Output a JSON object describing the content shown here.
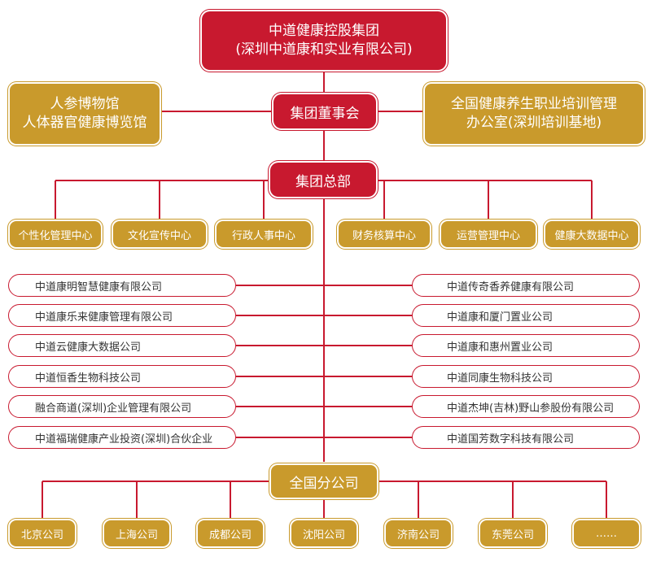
{
  "top": {
    "line1": "中道健康控股集团",
    "line2": "(深圳中道康和实业有限公司)"
  },
  "side_left": {
    "line1": "人参博物馆",
    "line2": "人体器官健康博览馆"
  },
  "side_right": {
    "line1": "全国健康养生职业培训管理",
    "line2": "办公室(深圳培训基地)"
  },
  "board": "集团董事会",
  "hq": "集团总部",
  "centers": [
    "个性化管理中心",
    "文化宣传中心",
    "行政人事中心",
    "财务核算中心",
    "运营管理中心",
    "健康大数据中心"
  ],
  "companies_left": [
    "中道康明智慧健康有限公司",
    "中道康乐来健康管理有限公司",
    "中道云健康大数据公司",
    "中道恒香生物科技公司",
    "融合商道(深圳)企业管理有限公司",
    "中道福瑞健康产业投资(深圳)合伙企业"
  ],
  "companies_right": [
    "中道传奇香养健康有限公司",
    "中道康和厦门置业公司",
    "中道康和惠州置业公司",
    "中道同康生物科技公司",
    "中道杰坤(吉林)野山参股份有限公司",
    "中道国芳数字科技有限公司"
  ],
  "branch_hub": "全国分公司",
  "branches": [
    "北京公司",
    "上海公司",
    "成都公司",
    "沈阳公司",
    "济南公司",
    "东莞公司",
    "……"
  ],
  "colors": {
    "red": "#c8192f",
    "gold": "#c99a2c",
    "line": "#c8192f"
  }
}
